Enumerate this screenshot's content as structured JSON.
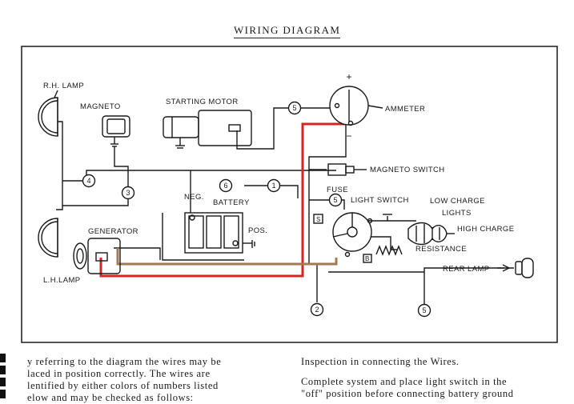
{
  "page": {
    "title": "WIRING DIAGRAM"
  },
  "labels": {
    "rh_lamp": "R.H. LAMP",
    "lh_lamp": "L.H.LAMP",
    "magneto": "MAGNETO",
    "starting_motor": "STARTING MOTOR",
    "ammeter": "AMMETER",
    "magneto_switch": "MAGNETO SWITCH",
    "battery": "BATTERY",
    "neg": "NEG.",
    "pos": "POS.",
    "generator": "GENERATOR",
    "fuse": "FUSE",
    "light_switch": "LIGHT SWITCH",
    "low_charge": "LOW CHARGE",
    "lights": "LIGHTS",
    "high_charge": "HIGH CHARGE",
    "resistance": "RESISTANCE",
    "rear_lamp": "REAR LAMP",
    "switch_s": "S",
    "switch_b": "B",
    "ammeter_plus": "+",
    "ammeter_minus": "−"
  },
  "wire_numbers": {
    "w1": "1",
    "w2": "2",
    "w3": "3",
    "w4": "4",
    "w5_ammeter": "5",
    "w5_fuse": "5",
    "w5_rear": "5",
    "w6": "6"
  },
  "colors": {
    "wire_red": "#d42424",
    "wire_brown": "#a27a52",
    "ink": "#1a1a1a"
  },
  "text": {
    "left": [
      "y referring to the diagram the wires may be",
      "laced in position correctly.  The wires are",
      "lentified by either colors of numbers listed",
      "elow and may be checked as follows:"
    ],
    "right": [
      "Inspection in connecting the Wires.",
      "Complete system and place light switch in the",
      "\"off\" position before connecting battery ground"
    ]
  }
}
